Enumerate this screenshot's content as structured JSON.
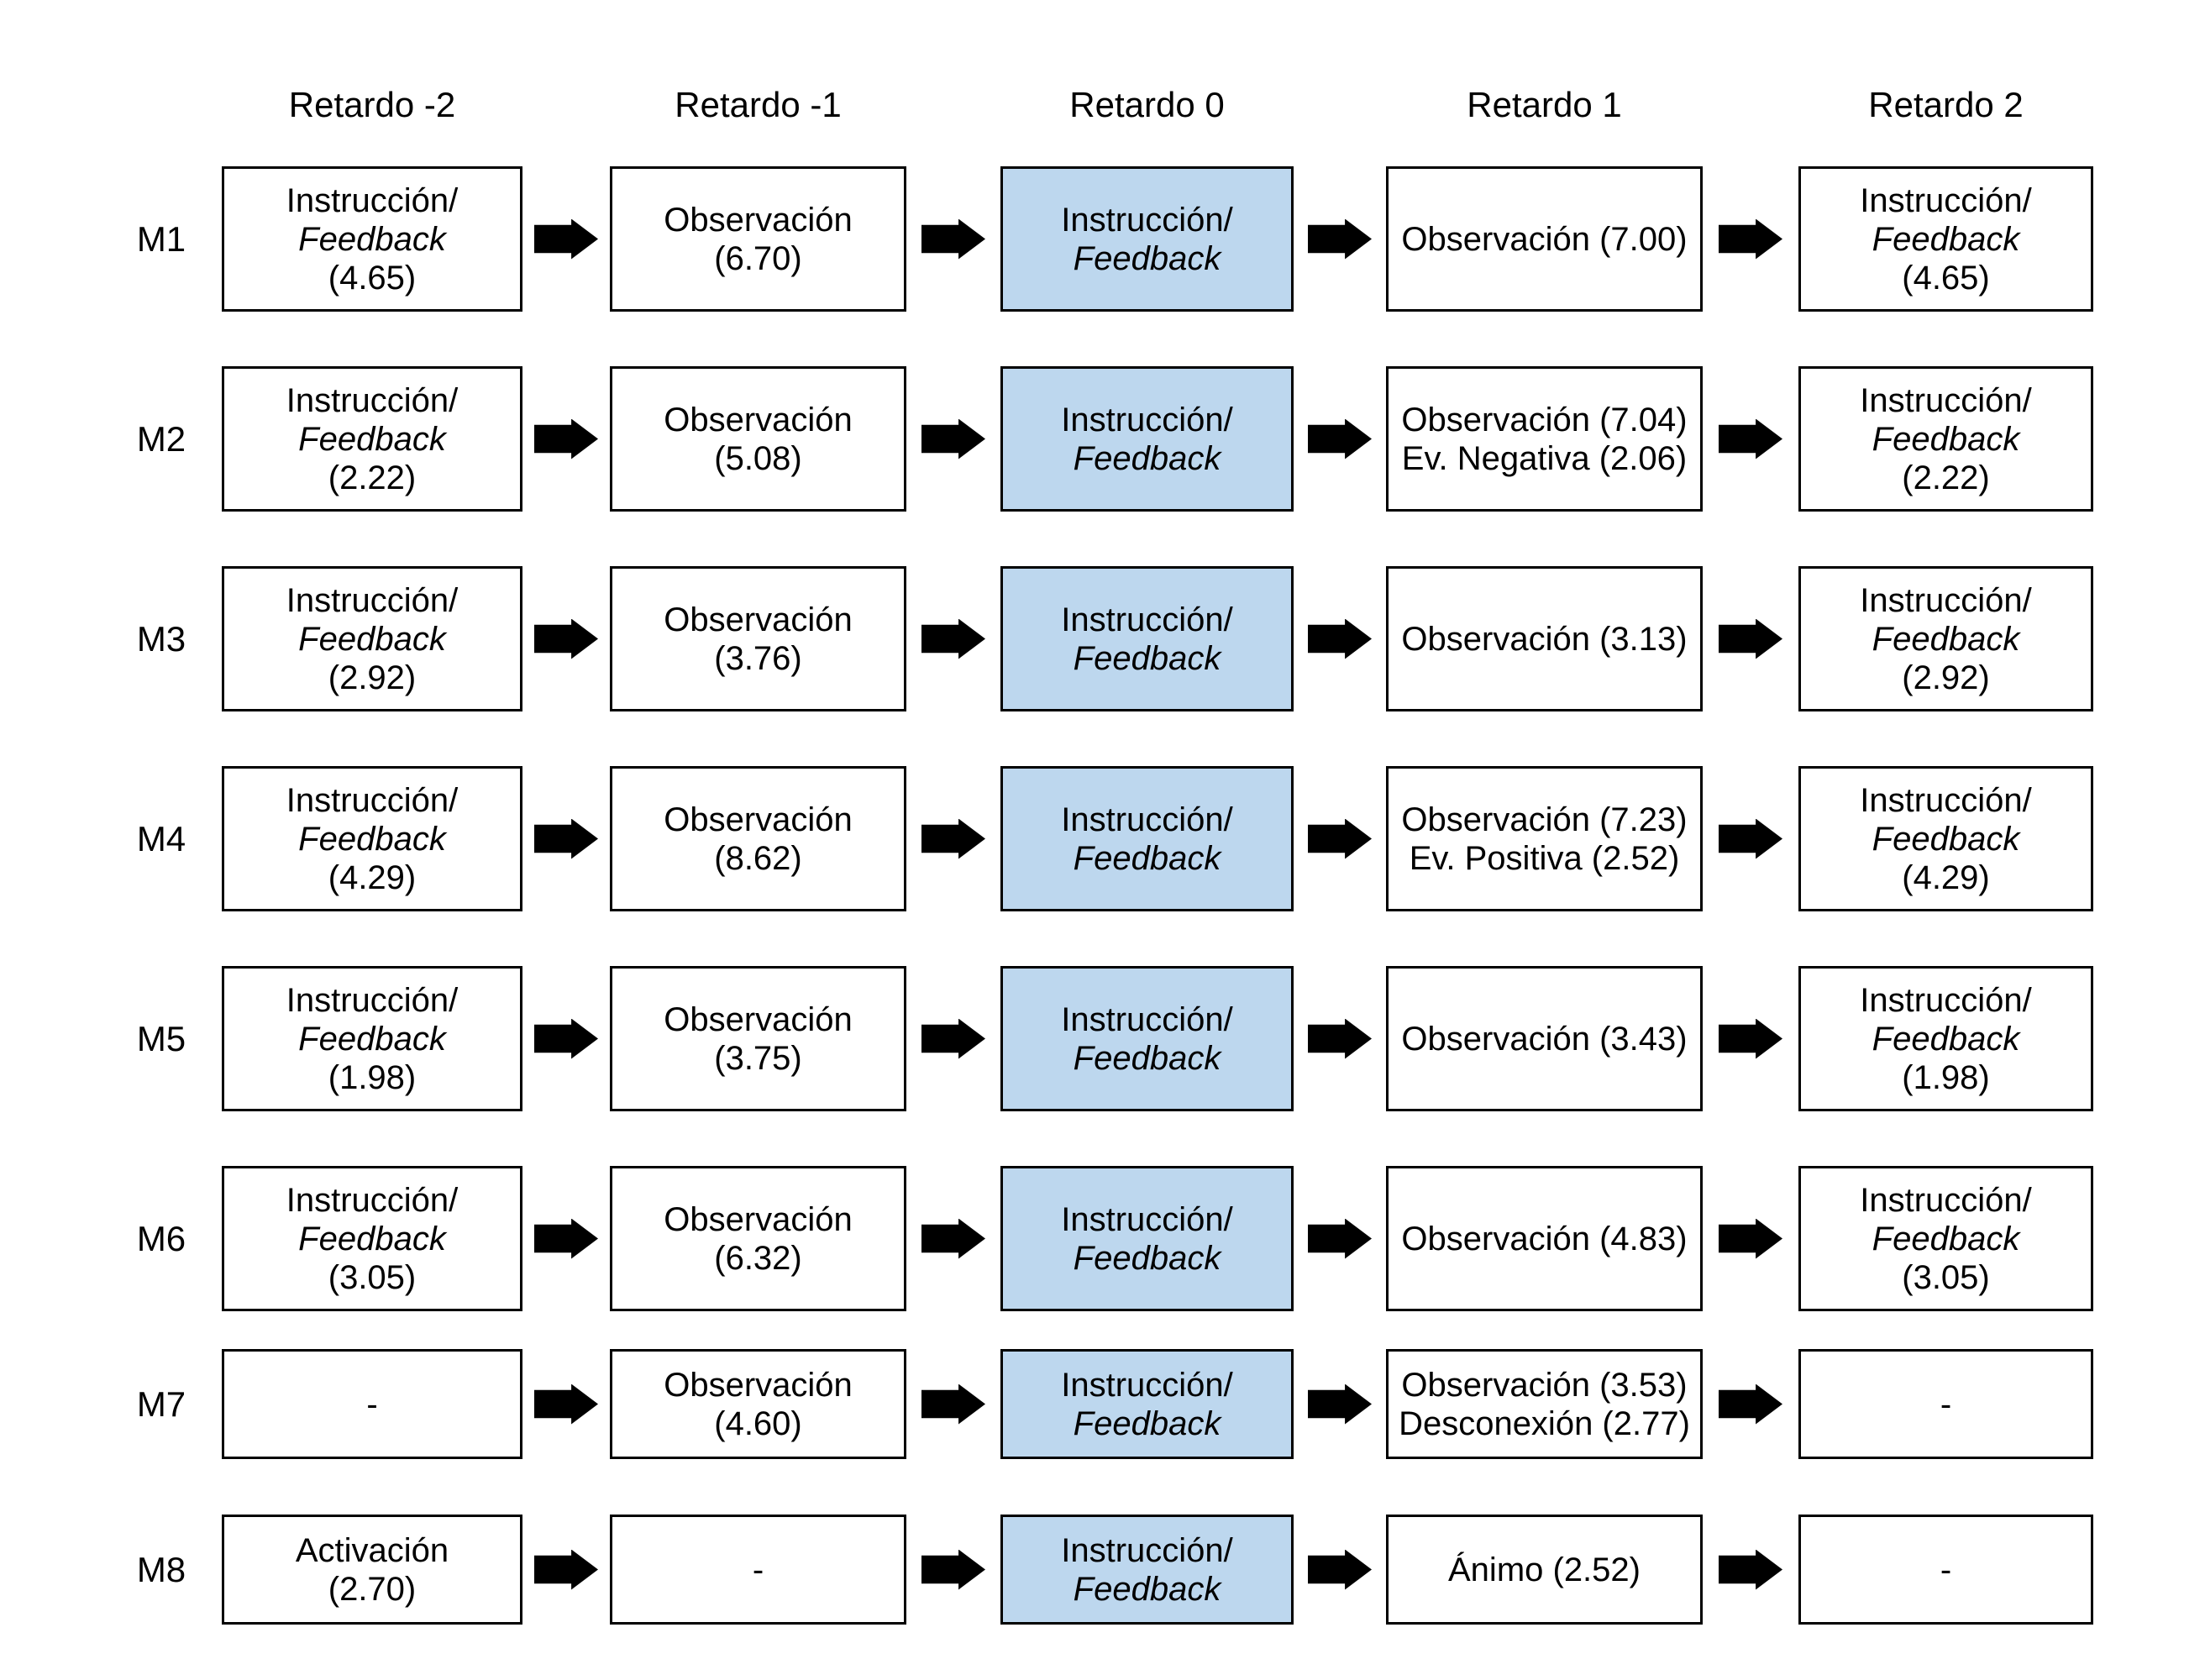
{
  "diagram": {
    "column_headers": [
      "Retardo -2",
      "Retardo -1",
      "Retardo 0",
      "Retardo 1",
      "Retardo 2"
    ],
    "colors": {
      "background": "#FFFFFF",
      "box_fill": "#FFFFFF",
      "highlight_fill": "#BDD7EE",
      "border": "#000000",
      "arrow": "#000000",
      "text": "#000000"
    },
    "arrow_icon": "right-block-arrow",
    "rows": [
      {
        "label": "M1",
        "cells": [
          {
            "highlight": false,
            "lines": [
              {
                "text": "Instrucción/",
                "italic": false
              },
              {
                "text": "Feedback",
                "italic": true
              },
              {
                "text": "(4.65)",
                "italic": false
              }
            ]
          },
          {
            "highlight": false,
            "lines": [
              {
                "text": "Observación",
                "italic": false
              },
              {
                "text": "(6.70)",
                "italic": false
              }
            ]
          },
          {
            "highlight": true,
            "lines": [
              {
                "text": "Instrucción/",
                "italic": false
              },
              {
                "text": "Feedback",
                "italic": true
              }
            ]
          },
          {
            "highlight": false,
            "lines": [
              {
                "text": "Observación (7.00)",
                "italic": false
              }
            ]
          },
          {
            "highlight": false,
            "lines": [
              {
                "text": "Instrucción/",
                "italic": false
              },
              {
                "text": "Feedback",
                "italic": true
              },
              {
                "text": "(4.65)",
                "italic": false
              }
            ]
          }
        ]
      },
      {
        "label": "M2",
        "cells": [
          {
            "highlight": false,
            "lines": [
              {
                "text": "Instrucción/",
                "italic": false
              },
              {
                "text": "Feedback",
                "italic": true
              },
              {
                "text": "(2.22)",
                "italic": false
              }
            ]
          },
          {
            "highlight": false,
            "lines": [
              {
                "text": "Observación",
                "italic": false
              },
              {
                "text": "(5.08)",
                "italic": false
              }
            ]
          },
          {
            "highlight": true,
            "lines": [
              {
                "text": "Instrucción/",
                "italic": false
              },
              {
                "text": "Feedback",
                "italic": true
              }
            ]
          },
          {
            "highlight": false,
            "lines": [
              {
                "text": "Observación (7.04)",
                "italic": false
              },
              {
                "text": "Ev. Negativa (2.06)",
                "italic": false
              }
            ]
          },
          {
            "highlight": false,
            "lines": [
              {
                "text": "Instrucción/",
                "italic": false
              },
              {
                "text": "Feedback",
                "italic": true
              },
              {
                "text": "(2.22)",
                "italic": false
              }
            ]
          }
        ]
      },
      {
        "label": "M3",
        "cells": [
          {
            "highlight": false,
            "lines": [
              {
                "text": "Instrucción/",
                "italic": false
              },
              {
                "text": "Feedback",
                "italic": true
              },
              {
                "text": "(2.92)",
                "italic": false
              }
            ]
          },
          {
            "highlight": false,
            "lines": [
              {
                "text": "Observación",
                "italic": false
              },
              {
                "text": "(3.76)",
                "italic": false
              }
            ]
          },
          {
            "highlight": true,
            "lines": [
              {
                "text": "Instrucción/",
                "italic": false
              },
              {
                "text": "Feedback",
                "italic": true
              }
            ]
          },
          {
            "highlight": false,
            "lines": [
              {
                "text": "Observación (3.13)",
                "italic": false
              }
            ]
          },
          {
            "highlight": false,
            "lines": [
              {
                "text": "Instrucción/",
                "italic": false
              },
              {
                "text": "Feedback",
                "italic": true
              },
              {
                "text": "(2.92)",
                "italic": false
              }
            ]
          }
        ]
      },
      {
        "label": "M4",
        "cells": [
          {
            "highlight": false,
            "lines": [
              {
                "text": "Instrucción/",
                "italic": false
              },
              {
                "text": "Feedback",
                "italic": true
              },
              {
                "text": "(4.29)",
                "italic": false
              }
            ]
          },
          {
            "highlight": false,
            "lines": [
              {
                "text": "Observación",
                "italic": false
              },
              {
                "text": "(8.62)",
                "italic": false
              }
            ]
          },
          {
            "highlight": true,
            "lines": [
              {
                "text": "Instrucción/",
                "italic": false
              },
              {
                "text": "Feedback",
                "italic": true
              }
            ]
          },
          {
            "highlight": false,
            "lines": [
              {
                "text": "Observación (7.23)",
                "italic": false
              },
              {
                "text": "Ev. Positiva (2.52)",
                "italic": false
              }
            ]
          },
          {
            "highlight": false,
            "lines": [
              {
                "text": "Instrucción/",
                "italic": false
              },
              {
                "text": "Feedback",
                "italic": true
              },
              {
                "text": "(4.29)",
                "italic": false
              }
            ]
          }
        ]
      },
      {
        "label": "M5",
        "cells": [
          {
            "highlight": false,
            "lines": [
              {
                "text": "Instrucción/",
                "italic": false
              },
              {
                "text": "Feedback",
                "italic": true
              },
              {
                "text": "(1.98)",
                "italic": false
              }
            ]
          },
          {
            "highlight": false,
            "lines": [
              {
                "text": "Observación",
                "italic": false
              },
              {
                "text": "(3.75)",
                "italic": false
              }
            ]
          },
          {
            "highlight": true,
            "lines": [
              {
                "text": "Instrucción/",
                "italic": false
              },
              {
                "text": "Feedback",
                "italic": true
              }
            ]
          },
          {
            "highlight": false,
            "lines": [
              {
                "text": "Observación (3.43)",
                "italic": false
              }
            ]
          },
          {
            "highlight": false,
            "lines": [
              {
                "text": "Instrucción/",
                "italic": false
              },
              {
                "text": "Feedback",
                "italic": true
              },
              {
                "text": "(1.98)",
                "italic": false
              }
            ]
          }
        ]
      },
      {
        "label": "M6",
        "cells": [
          {
            "highlight": false,
            "lines": [
              {
                "text": "Instrucción/",
                "italic": false
              },
              {
                "text": "Feedback",
                "italic": true
              },
              {
                "text": "(3.05)",
                "italic": false
              }
            ]
          },
          {
            "highlight": false,
            "lines": [
              {
                "text": "Observación",
                "italic": false
              },
              {
                "text": "(6.32)",
                "italic": false
              }
            ]
          },
          {
            "highlight": true,
            "lines": [
              {
                "text": "Instrucción/",
                "italic": false
              },
              {
                "text": "Feedback",
                "italic": true
              }
            ]
          },
          {
            "highlight": false,
            "lines": [
              {
                "text": "Observación (4.83)",
                "italic": false
              }
            ]
          },
          {
            "highlight": false,
            "lines": [
              {
                "text": "Instrucción/",
                "italic": false
              },
              {
                "text": "Feedback",
                "italic": true
              },
              {
                "text": "(3.05)",
                "italic": false
              }
            ]
          }
        ]
      },
      {
        "label": "M7",
        "cells": [
          {
            "highlight": false,
            "lines": [
              {
                "text": "-",
                "italic": false
              }
            ]
          },
          {
            "highlight": false,
            "lines": [
              {
                "text": "Observación",
                "italic": false
              },
              {
                "text": "(4.60)",
                "italic": false
              }
            ]
          },
          {
            "highlight": true,
            "lines": [
              {
                "text": "Instrucción/",
                "italic": false
              },
              {
                "text": "Feedback",
                "italic": true
              }
            ]
          },
          {
            "highlight": false,
            "lines": [
              {
                "text": "Observación (3.53)",
                "italic": false
              },
              {
                "text": "Desconexión (2.77)",
                "italic": false
              }
            ]
          },
          {
            "highlight": false,
            "lines": [
              {
                "text": "-",
                "italic": false
              }
            ]
          }
        ]
      },
      {
        "label": "M8",
        "cells": [
          {
            "highlight": false,
            "lines": [
              {
                "text": "Activación",
                "italic": false
              },
              {
                "text": "(2.70)",
                "italic": false
              }
            ]
          },
          {
            "highlight": false,
            "lines": [
              {
                "text": "-",
                "italic": false
              }
            ]
          },
          {
            "highlight": true,
            "lines": [
              {
                "text": "Instrucción/",
                "italic": false
              },
              {
                "text": "Feedback",
                "italic": true
              }
            ]
          },
          {
            "highlight": false,
            "lines": [
              {
                "text": "Ánimo (2.52)",
                "italic": false
              }
            ]
          },
          {
            "highlight": false,
            "lines": [
              {
                "text": "-",
                "italic": false
              }
            ]
          }
        ]
      }
    ]
  }
}
